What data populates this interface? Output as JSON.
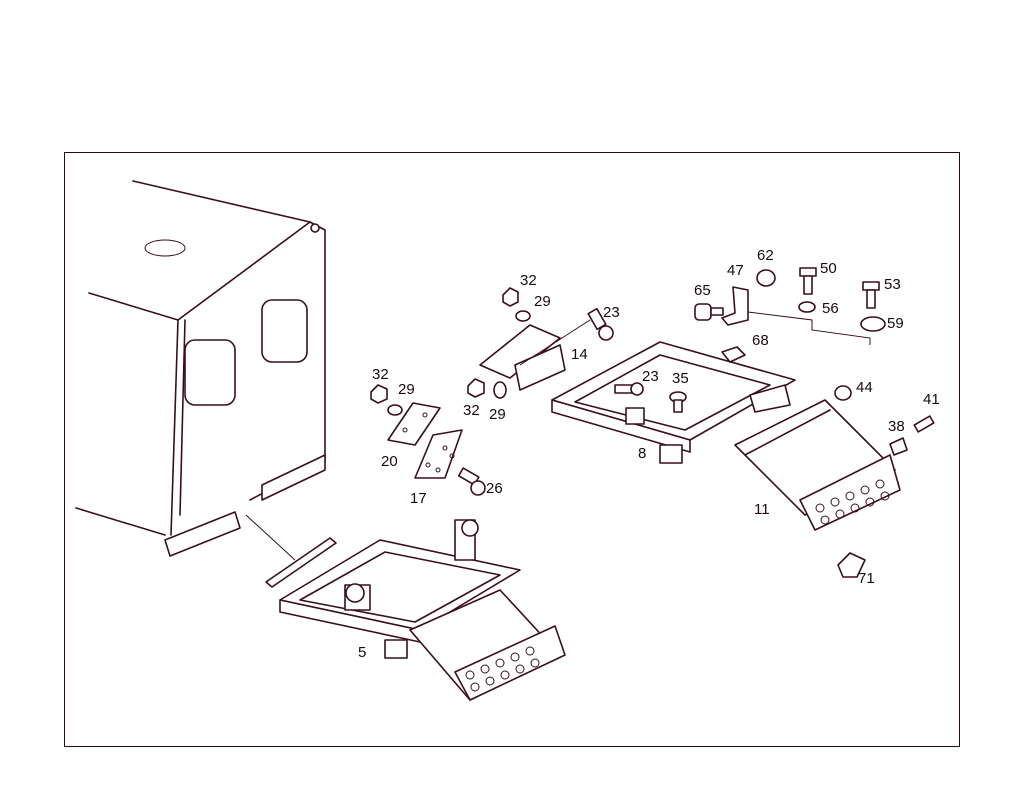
{
  "callouts": {
    "c5": "5",
    "c8": "8",
    "c11": "11",
    "c14": "14",
    "c17": "17",
    "c20": "20",
    "c23a": "23",
    "c23b": "23",
    "c26": "26",
    "c29a": "29",
    "c29b": "29",
    "c29c": "29",
    "c32a": "32",
    "c32b": "32",
    "c32c": "32",
    "c35": "35",
    "c38": "38",
    "c41": "41",
    "c44": "44",
    "c47": "47",
    "c50": "50",
    "c53": "53",
    "c56": "56",
    "c59": "59",
    "c62": "62",
    "c65": "65",
    "c68": "68",
    "c71": "71"
  },
  "colors": {
    "line": "#3a0f1c",
    "frame": "#2a0a14",
    "background": "#ffffff"
  }
}
